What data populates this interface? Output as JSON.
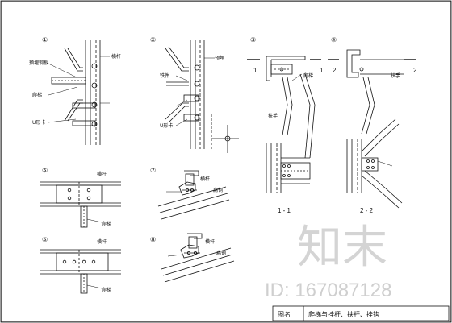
{
  "sheet": {
    "detail_marks": [
      "①",
      "②",
      "③",
      "④",
      "⑤",
      "⑥",
      "⑦",
      "⑧"
    ],
    "labels": {
      "d1_upper": "预埋钢板",
      "d1_mid": "爬梯",
      "d1_lower": "U形卡",
      "d1_right": "横杆",
      "d2_upper": "铁件",
      "d2_mid": "预埋",
      "d2_lower": "U形卡",
      "d5_a": "横杆",
      "d5_b": "爬梯",
      "d6_a": "横杆",
      "d6_b": "爬梯",
      "d7_a": "横杆",
      "d7_b": "扁钢",
      "d8_a": "横杆",
      "d8_b": "扁钢",
      "sec1_a": "爬梯",
      "sec1_b": "扶手",
      "sec2_a": "扶手"
    },
    "section_marks": {
      "s1_left": "1",
      "s1_right": "1",
      "s2_left": "2",
      "s2_right": "2",
      "s1_title": "1 - 1",
      "s2_title": "2 - 2"
    },
    "title_block": {
      "label": "图名",
      "value": "爬梯与挂杆、扶杆、挂钩"
    }
  },
  "watermark": {
    "text": "知末",
    "id_text": "ID: 167087128"
  }
}
